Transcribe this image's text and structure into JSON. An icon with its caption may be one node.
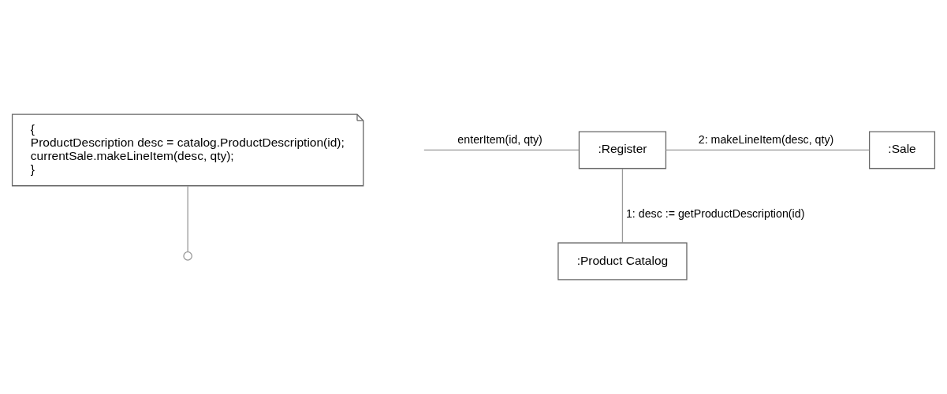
{
  "diagram": {
    "nodes": [
      {
        "text": [
          "{",
          "ProductDescription desc = catalog.ProductDescription(id);",
          "currentSale.makeLineItem(desc, qty);",
          "}"
        ]
      },
      {
        "text": [
          ":Register"
        ]
      },
      {
        "text": [
          ":Sale"
        ]
      },
      {
        "text": [
          ":Product Catalog"
        ]
      }
    ],
    "edges": [
      {
        "from": 0,
        "to": null,
        "arrow": "other"
      },
      {
        "from": null,
        "to": 1,
        "arrow": "none",
        "label": "enterItem(id, qty)"
      },
      {
        "from": 1,
        "to": 2,
        "arrow": "none",
        "label": "2: makeLineItem(desc, qty)"
      },
      {
        "from": 1,
        "to": 3,
        "arrow": "none",
        "label": "1: desc := getProductDescription(id)"
      }
    ]
  }
}
